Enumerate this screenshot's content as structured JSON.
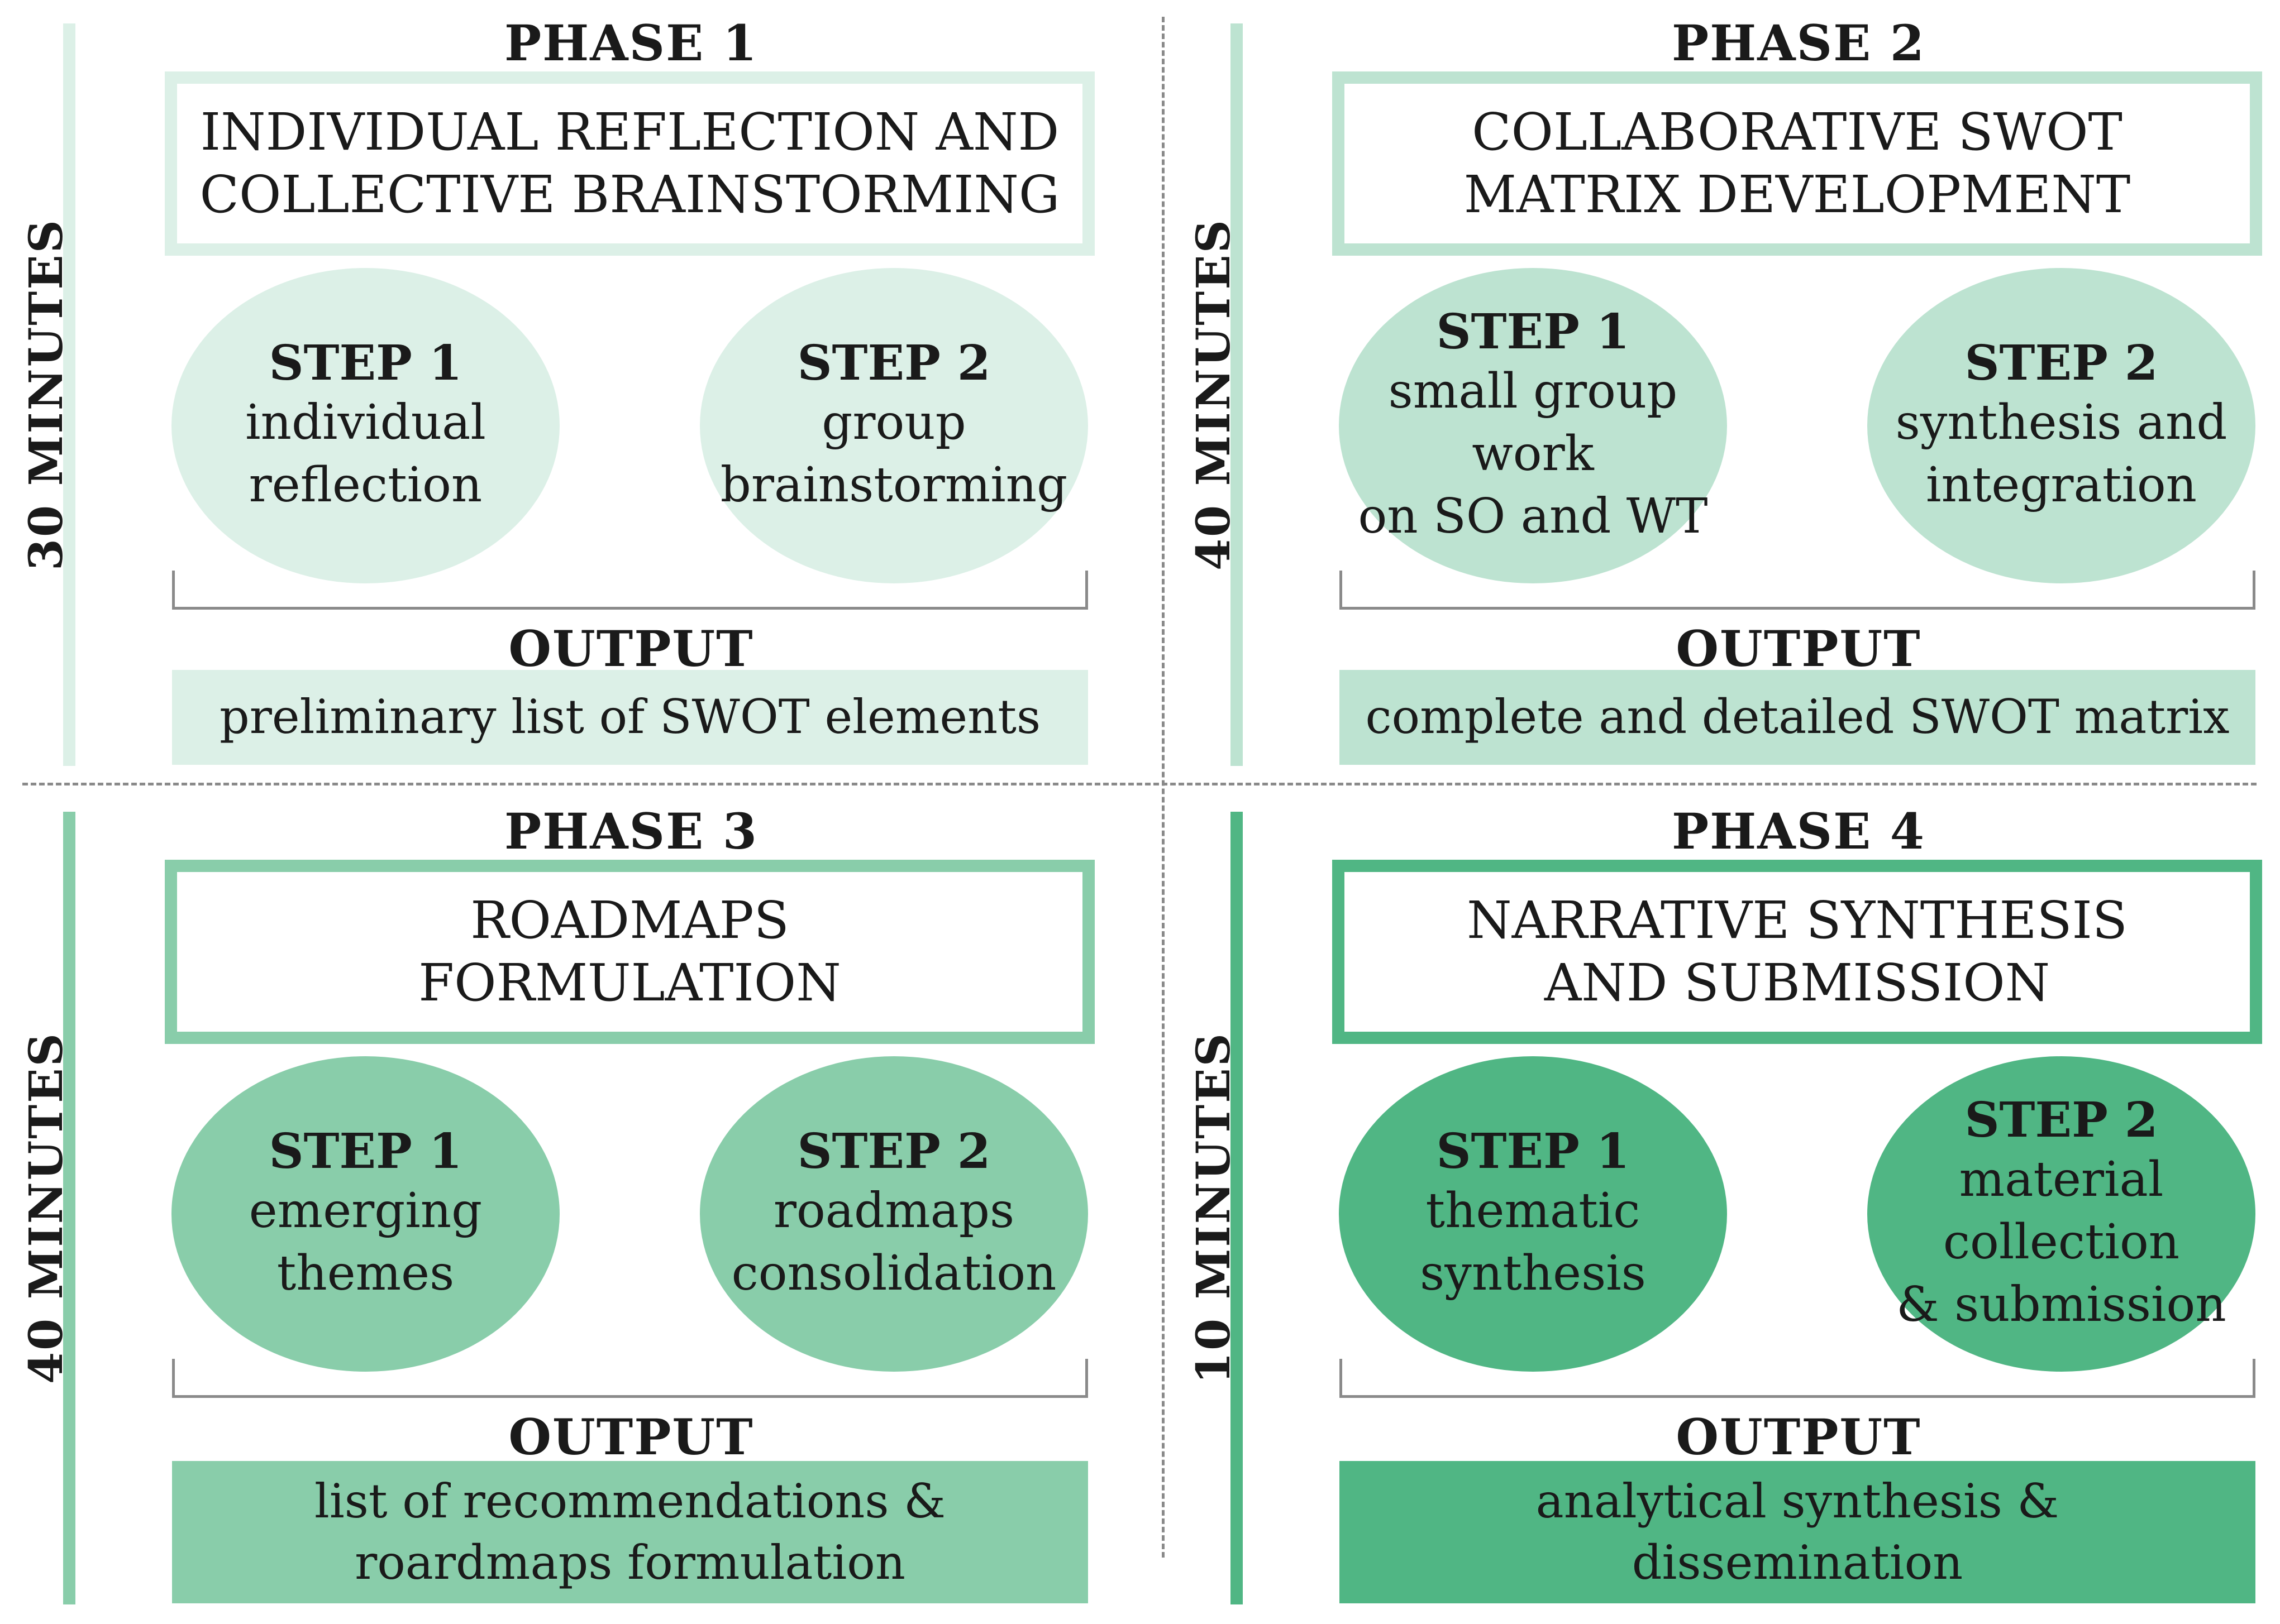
{
  "phases": [
    {
      "phase_label": "PHASE 1",
      "duration": "30 MINUTES",
      "title": "INDIVIDUAL REFLECTION AND\nCOLLECTIVE BRAINSTORMING",
      "step1": {
        "head": "STEP 1",
        "text": "individual\nreflection"
      },
      "step2": {
        "head": "STEP 2",
        "text": "group\nbrainstorming"
      },
      "output_label": "OUTPUT",
      "output_text": "preliminary list of SWOT elements",
      "colors": {
        "bar": "#dcf0e7",
        "border": "#dcf0e7",
        "ellipse": "#dcf0e7",
        "output": "#dcf0e7"
      }
    },
    {
      "phase_label": "PHASE 2",
      "duration": "40 MINUTES",
      "title": "COLLABORATIVE SWOT\nMATRIX DEVELOPMENT",
      "step1": {
        "head": "STEP 1",
        "text": "small group work\non SO and WT"
      },
      "step2": {
        "head": "STEP 2",
        "text": "synthesis and\nintegration"
      },
      "output_label": "OUTPUT",
      "output_text": "complete and detailed SWOT matrix",
      "colors": {
        "bar": "#bde3d1",
        "border": "#bde3d1",
        "ellipse": "#bde3d1",
        "output": "#bde3d1"
      }
    },
    {
      "phase_label": "PHASE 3",
      "duration": "40 MINUTES",
      "title": "ROADMAPS\nFORMULATION",
      "step1": {
        "head": "STEP 1",
        "text": "emerging\nthemes"
      },
      "step2": {
        "head": "STEP 2",
        "text": "roadmaps\nconsolidation"
      },
      "output_label": "OUTPUT",
      "output_text": "list of recommendations &\nroardmaps formulation",
      "colors": {
        "bar": "#89cdaa",
        "border": "#89cdaa",
        "ellipse": "#89cdaa",
        "output": "#89cdaa"
      }
    },
    {
      "phase_label": "PHASE 4",
      "duration": "10 MINUTES",
      "title": "NARRATIVE SYNTHESIS\nAND SUBMISSION",
      "step1": {
        "head": "STEP 1",
        "text": "thematic\nsynthesis"
      },
      "step2": {
        "head": "STEP 2",
        "text": "material collection\n& submission"
      },
      "output_label": "OUTPUT",
      "output_text": "analytical synthesis &\ndissemination",
      "colors": {
        "bar": "#50b684",
        "border": "#50b684",
        "ellipse": "#50b684",
        "output": "#50b684"
      }
    }
  ]
}
